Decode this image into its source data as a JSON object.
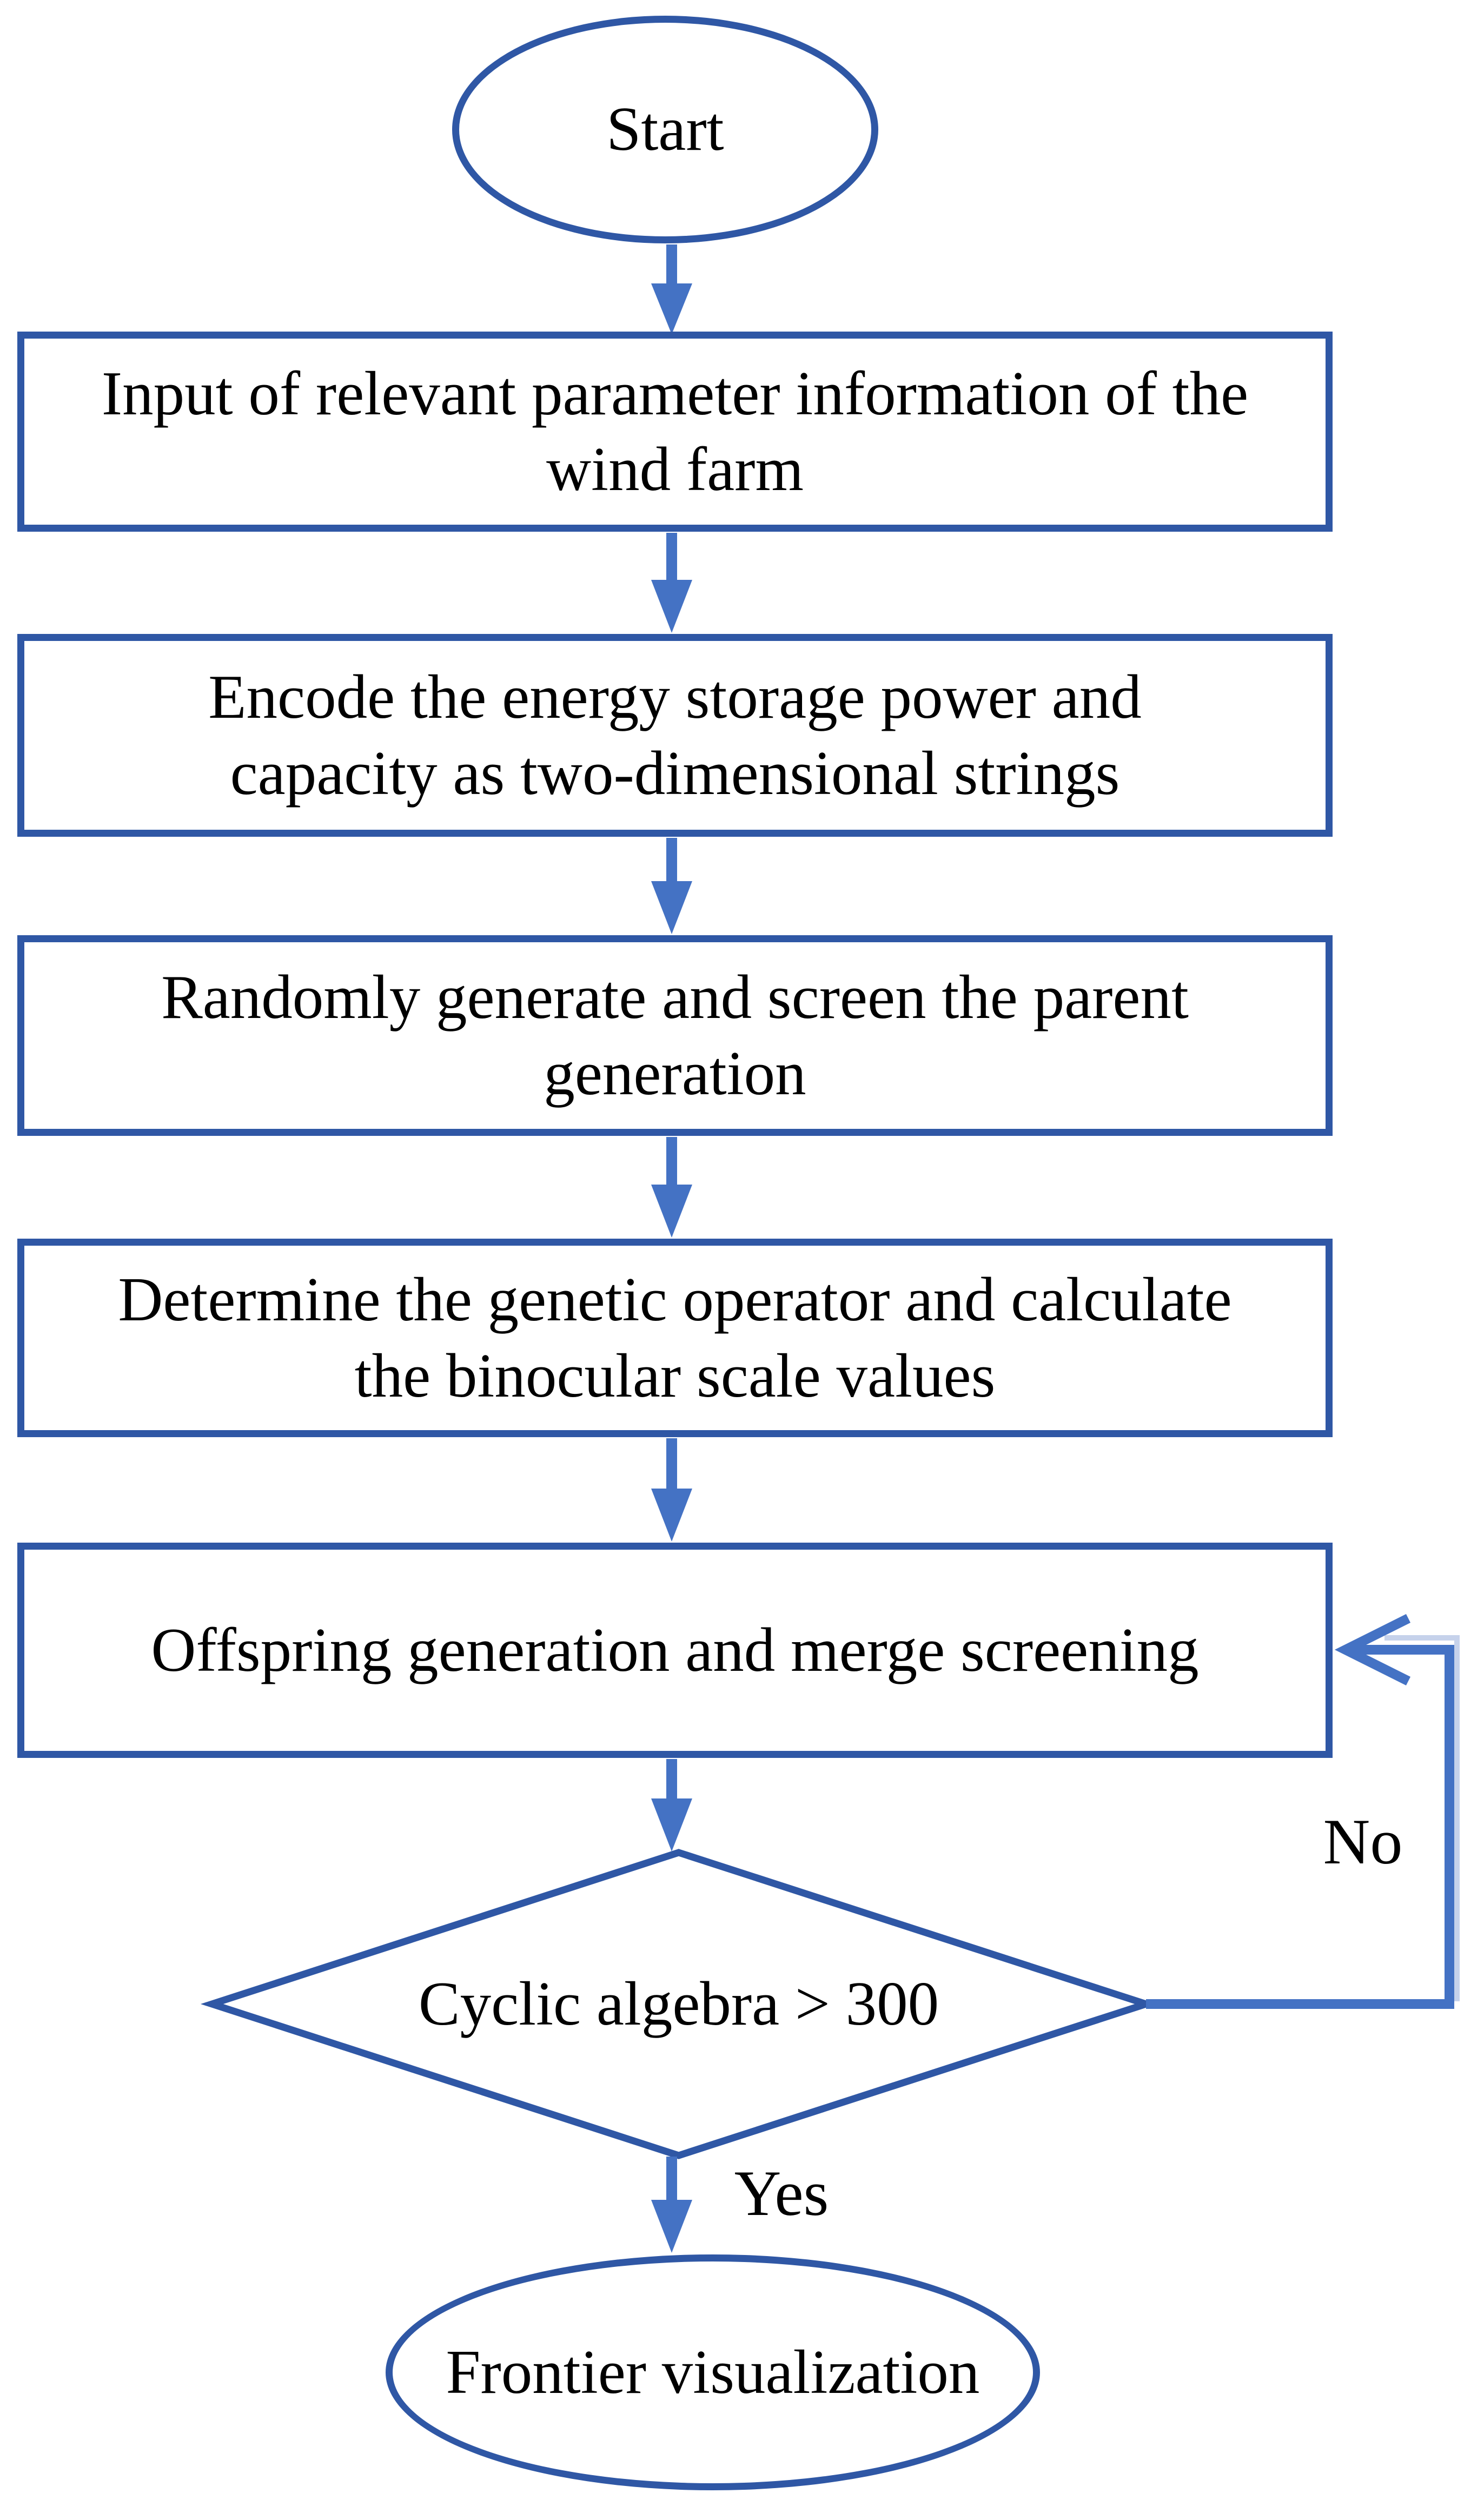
{
  "flowchart": {
    "nodes": {
      "start": {
        "shape": "ellipse",
        "label": "Start"
      },
      "input": {
        "shape": "process",
        "lines": [
          "Input of relevant parameter information of the",
          "wind farm"
        ]
      },
      "encode": {
        "shape": "process",
        "lines": [
          "Encode the energy storage power and",
          "capacity as two-dimensional strings"
        ]
      },
      "parent": {
        "shape": "process",
        "lines": [
          "Randomly generate and screen the parent",
          "generation"
        ]
      },
      "operator": {
        "shape": "process",
        "lines": [
          "Determine the genetic operator and calculate",
          "the binocular scale values"
        ]
      },
      "offspring": {
        "shape": "process",
        "label": "Offspring generation and merge screening"
      },
      "decision": {
        "shape": "decision",
        "label": "Cyclic algebra > 300"
      },
      "frontier": {
        "shape": "ellipse",
        "label": "Frontier visualization"
      }
    },
    "edge_labels": {
      "yes": "Yes",
      "no": "No"
    },
    "colors": {
      "shape_border": "#2f57a5",
      "connector": "#4472c4",
      "text": "#000000"
    }
  }
}
